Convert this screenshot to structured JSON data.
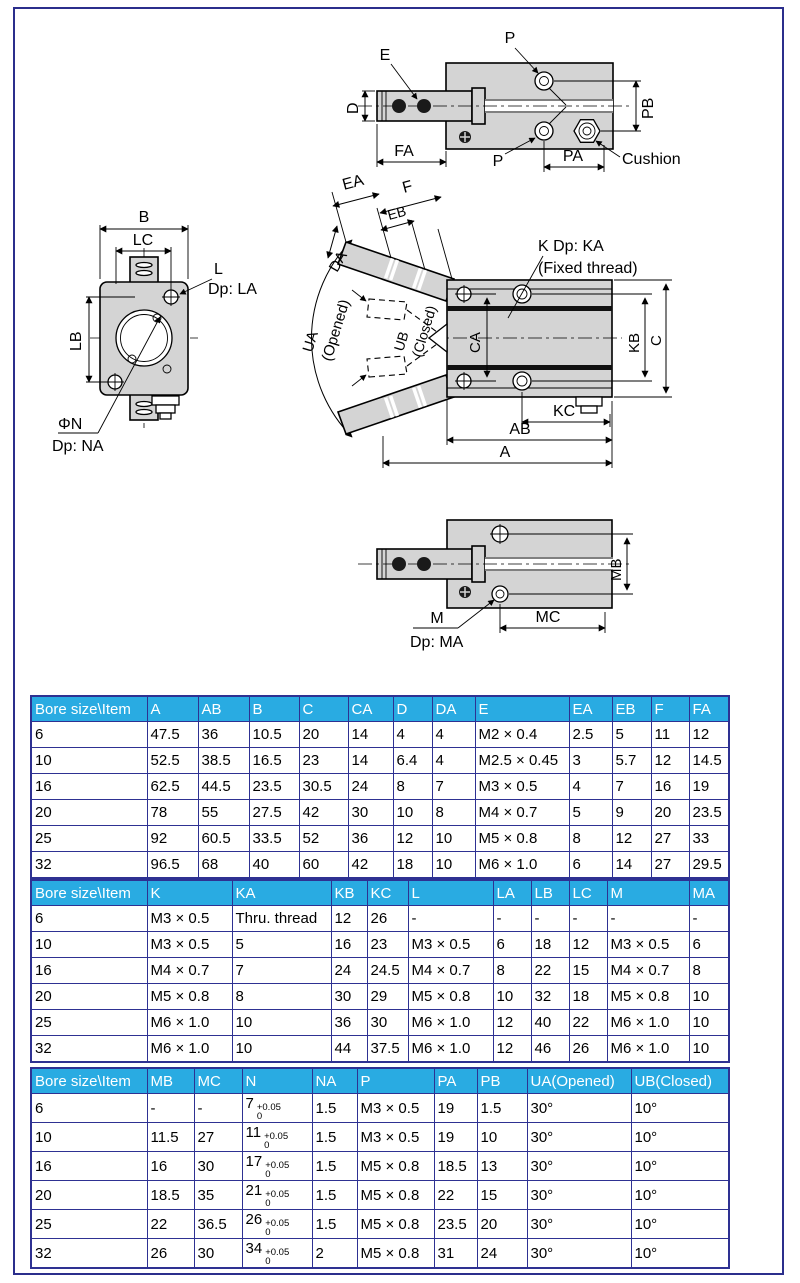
{
  "colors": {
    "table_header_bg": "#29ABE2",
    "table_border": "#2E3192",
    "table_header_text": "#ffffff",
    "page_border": "#2b2e8c",
    "metal_fill": "#d4d4d4",
    "line": "#000000"
  },
  "drawings": {
    "side_view_top": {
      "labels": {
        "E": "E",
        "P_top": "P",
        "D": "D",
        "PB": "PB",
        "FA": "FA",
        "P_bottom": "P",
        "PA": "PA",
        "Cushion": "Cushion"
      }
    },
    "front_view": {
      "labels": {
        "B": "B",
        "LC": "LC",
        "L": "L",
        "Dp_LA": "Dp: LA",
        "LB": "LB",
        "PhiN": "ΦN",
        "Dp_NA": "Dp: NA"
      }
    },
    "open_view": {
      "labels": {
        "EA": "EA",
        "F": "F",
        "EB": "EB",
        "DA": "DA",
        "UA": "UA",
        "UA_sub": "(Opened)",
        "UB": "UB",
        "UB_sub": "(Closed)",
        "CA": "CA",
        "K": "K Dp: KA",
        "K_sub": "(Fixed thread)",
        "KB": "KB",
        "C": "C",
        "KC": "KC",
        "AB": "AB",
        "A": "A"
      }
    },
    "side_view_bottom": {
      "labels": {
        "MB": "MB",
        "M": "M",
        "Dp_MA": "Dp: MA",
        "MC": "MC"
      }
    }
  },
  "tables": [
    {
      "header": [
        "Bore size\\Item",
        "A",
        "AB",
        "B",
        "C",
        "CA",
        "D",
        "DA",
        "E",
        "EA",
        "EB",
        "F",
        "FA"
      ],
      "rows": [
        [
          "6",
          "47.5",
          "36",
          "10.5",
          "20",
          "14",
          "4",
          "4",
          "M2 × 0.4",
          "2.5",
          "5",
          "11",
          "12"
        ],
        [
          "10",
          "52.5",
          "38.5",
          "16.5",
          "23",
          "14",
          "6.4",
          "4",
          "M2.5 × 0.45",
          "3",
          "5.7",
          "12",
          "14.5"
        ],
        [
          "16",
          "62.5",
          "44.5",
          "23.5",
          "30.5",
          "24",
          "8",
          "7",
          "M3 × 0.5",
          "4",
          "7",
          "16",
          "19"
        ],
        [
          "20",
          "78",
          "55",
          "27.5",
          "42",
          "30",
          "10",
          "8",
          "M4 × 0.7",
          "5",
          "9",
          "20",
          "23.5"
        ],
        [
          "25",
          "92",
          "60.5",
          "33.5",
          "52",
          "36",
          "12",
          "10",
          "M5 × 0.8",
          "8",
          "12",
          "27",
          "33"
        ],
        [
          "32",
          "96.5",
          "68",
          "40",
          "60",
          "42",
          "18",
          "10",
          "M6 × 1.0",
          "6",
          "14",
          "27",
          "29.5"
        ]
      ]
    },
    {
      "header": [
        "Bore size\\Item",
        "K",
        "KA",
        "KB",
        "KC",
        "L",
        "LA",
        "LB",
        "LC",
        "M",
        "MA"
      ],
      "rows": [
        [
          "6",
          "M3 × 0.5",
          "Thru. thread",
          "12",
          "26",
          "-",
          "-",
          "-",
          "-",
          "-",
          "-"
        ],
        [
          "10",
          "M3 × 0.5",
          "5",
          "16",
          "23",
          "M3 × 0.5",
          "6",
          "18",
          "12",
          "M3 × 0.5",
          "6"
        ],
        [
          "16",
          "M4 × 0.7",
          "7",
          "24",
          "24.5",
          "M4 × 0.7",
          "8",
          "22",
          "15",
          "M4 × 0.7",
          "8"
        ],
        [
          "20",
          "M5 × 0.8",
          "8",
          "30",
          "29",
          "M5 × 0.8",
          "10",
          "32",
          "18",
          "M5 × 0.8",
          "10"
        ],
        [
          "25",
          "M6 × 1.0",
          "10",
          "36",
          "30",
          "M6 × 1.0",
          "12",
          "40",
          "22",
          "M6 × 1.0",
          "10"
        ],
        [
          "32",
          "M6 × 1.0",
          "10",
          "44",
          "37.5",
          "M6 × 1.0",
          "12",
          "46",
          "26",
          "M6 × 1.0",
          "10"
        ]
      ]
    },
    {
      "header": [
        "Bore size\\Item",
        "MB",
        "MC",
        "N",
        "NA",
        "P",
        "PA",
        "PB",
        "UA(Opened)",
        "UB(Closed)"
      ],
      "n_col": 3,
      "n_tolerance": {
        "sup": "+0.05",
        "sub": "0"
      },
      "rows": [
        [
          "6",
          "-",
          "-",
          "7",
          "1.5",
          "M3 × 0.5",
          "19",
          "1.5",
          "30°",
          "10°"
        ],
        [
          "10",
          "11.5",
          "27",
          "11",
          "1.5",
          "M3 × 0.5",
          "19",
          "10",
          "30°",
          "10°"
        ],
        [
          "16",
          "16",
          "30",
          "17",
          "1.5",
          "M5 × 0.8",
          "18.5",
          "13",
          "30°",
          "10°"
        ],
        [
          "20",
          "18.5",
          "35",
          "21",
          "1.5",
          "M5 × 0.8",
          "22",
          "15",
          "30°",
          "10°"
        ],
        [
          "25",
          "22",
          "36.5",
          "26",
          "1.5",
          "M5 × 0.8",
          "23.5",
          "20",
          "30°",
          "10°"
        ],
        [
          "32",
          "26",
          "30",
          "34",
          "2",
          "M5 × 0.8",
          "31",
          "24",
          "30°",
          "10°"
        ]
      ]
    }
  ]
}
